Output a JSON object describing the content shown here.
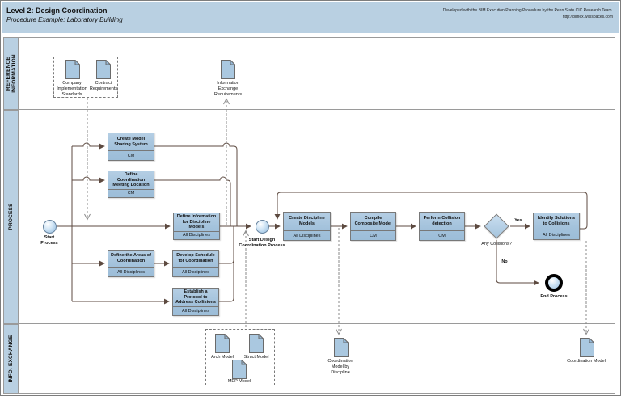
{
  "header": {
    "title": "Level 2: Design Coordination",
    "subtitle": "Procedure Example: Laboratory Building",
    "credit_line": "Developed with the BIM Execution Planning Procedure by the Penn State CIC Research Team.",
    "credit_link": "http://bimex.wikispaces.com"
  },
  "lanes": [
    {
      "label": "REFERENCE INFORMATION"
    },
    {
      "label": "PROCESS"
    },
    {
      "label": "INFO. EXCHANGE"
    }
  ],
  "events": {
    "start": "Start Process",
    "start_design": "Start Design Coordination Process",
    "end": "End Process"
  },
  "tasks": [
    {
      "title": "Create Model Sharing System",
      "role": "CM"
    },
    {
      "title": "Define Coordination Meeting Location",
      "role": "CM"
    },
    {
      "title": "Define Information for Discipline Models",
      "role": "All Disciplines"
    },
    {
      "title": "Define the Areas of Coordination",
      "role": "All Disciplines"
    },
    {
      "title": "Develop Schedule for Coordination",
      "role": "All Disciplines"
    },
    {
      "title": "Establish a Protocol to Address Collisions",
      "role": "All Disciplines"
    },
    {
      "title": "Create Discipline Models",
      "role": "All Disciplines"
    },
    {
      "title": "Compile Composite Model",
      "role": "CM"
    },
    {
      "title": "Perform Collision detection",
      "role": "CM"
    },
    {
      "title": "Identify Solutions to Collisions",
      "role": "All Disciplines"
    }
  ],
  "gateway": {
    "label": "Any Collisions?",
    "yes": "Yes",
    "no": "No"
  },
  "documents": [
    {
      "label": "Company Implementation Standards"
    },
    {
      "label": "Contract Requirements"
    },
    {
      "label": "Information Exchange Requirements"
    },
    {
      "label": "Arch Model"
    },
    {
      "label": "Struct Model"
    },
    {
      "label": "MEP Model"
    },
    {
      "label": "Coordination Model by Discipline"
    },
    {
      "label": "Coordination Model"
    }
  ],
  "colors": {
    "band_blue": "#b9d0e2",
    "node_blue": "#a6c3dc",
    "flow_line": "#5d4a40",
    "dashed_line": "#8a8a8a"
  }
}
